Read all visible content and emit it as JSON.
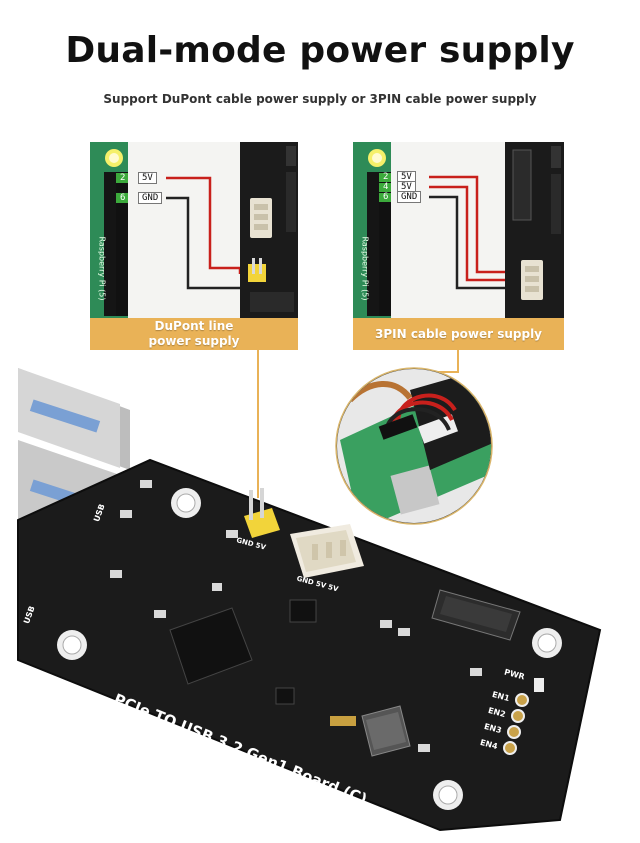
{
  "header": {
    "title": "Dual-mode power supply",
    "subtitle": "Support DuPont cable power supply or 3PIN cable power supply"
  },
  "left_panel": {
    "caption": "DuPont line\npower supply",
    "pins": [
      {
        "num": "2",
        "label": "5V"
      },
      {
        "num": "6",
        "label": "GND"
      }
    ],
    "pi_label": "Raspberry Pi (5)"
  },
  "right_panel": {
    "caption": "3PIN cable power supply",
    "pins": [
      {
        "num": "2",
        "label": "5V"
      },
      {
        "num": "4",
        "label": "5V"
      },
      {
        "num": "6",
        "label": "GND"
      }
    ],
    "pi_label": "Raspberry Pi (5)"
  },
  "board": {
    "name": "PCIe TO USB 3.2 Gen1 Board (C)",
    "usb_label": "USB",
    "dupont_header_label": "GND 5V",
    "connector_label": "GND 5V 5V",
    "pwr_label": "PWR",
    "en_labels": [
      "EN1",
      "EN2",
      "EN3",
      "EN4"
    ]
  },
  "colors": {
    "caption_bg": "#e9b257",
    "pcb": "#1b1b1b",
    "wire_red": "#c8201c",
    "wire_black": "#222222",
    "pi_green": "#2e8b57"
  }
}
